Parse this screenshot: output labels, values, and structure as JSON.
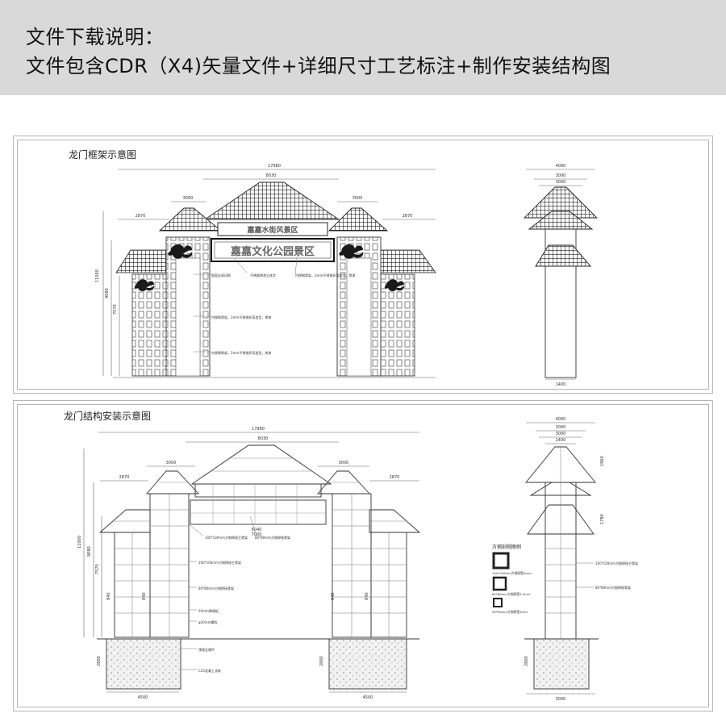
{
  "header": {
    "line1": "文件下载说明：",
    "line2": "文件包含CDR（X4)矢量文件+详细尺寸工艺标注+制作安装结构图"
  },
  "panel_frame": {
    "title": "龙门框架示意图",
    "dims": {
      "total": "17980",
      "center": "8030",
      "left_top": "3000",
      "right_top": "3000",
      "left_side": "2870",
      "right_side": "2870",
      "height_total": "11000",
      "height_mid": "9080",
      "height_low": "7570",
      "side_total": "4000",
      "side_a": "3000",
      "side_b": "3000",
      "side_base": "1400"
    },
    "signs": {
      "top_sign": "嘉嘉水街风景区",
      "main_sign": "嘉嘉文化公园景区"
    },
    "notes": [
      "图案丝网印刷",
      "不锈钢烤漆立体字",
      "内焊钢骨架，2mm不锈钢折弯造型，烤漆",
      "内焊钢骨架，2mm不锈钢折弯造型，烤漆",
      "内焊钢骨架，2mm不锈钢折弯造型，烤漆"
    ]
  },
  "panel_struct": {
    "title": "龙门结构安装示意图",
    "dims": {
      "total": "17980",
      "center": "8030",
      "left_top": "3000",
      "right_top": "3000",
      "left_side": "2870",
      "right_side": "2870",
      "mid_a": "6040",
      "mid_b": "7000",
      "height_total": "11000",
      "height_mid": "9080",
      "height_low": "7570",
      "seg": "840",
      "foot": "2800",
      "base_left": "4500",
      "base_right": "4500",
      "side_total": "4000",
      "side_a": "3000",
      "side_b": "3000",
      "side_c": "1400",
      "side_h1": "1960",
      "side_h2": "1780",
      "side_foot": "2800",
      "side_base": "3000"
    },
    "notes": [
      "100*100mm方钢焊接主骨架",
      "80*80mm方钢焊接骨架",
      "100*100mm方钢焊接主骨架",
      "80*80mm方钢焊接骨架",
      "20mm厚钢板",
      "φ20mm螺栓",
      "预埋金属件",
      "C25混凝土浇筑"
    ],
    "side_notes": [
      "100*100mm方钢焊接主骨架",
      "80*80mm方钢焊接骨架"
    ],
    "legend": {
      "title": "方钢剖视图例",
      "items": [
        "100*100mm方钢厚壁4mm",
        "80*80mm方钢厚壁3.5mm",
        "50*50mm方钢厚壁2mm"
      ]
    }
  }
}
